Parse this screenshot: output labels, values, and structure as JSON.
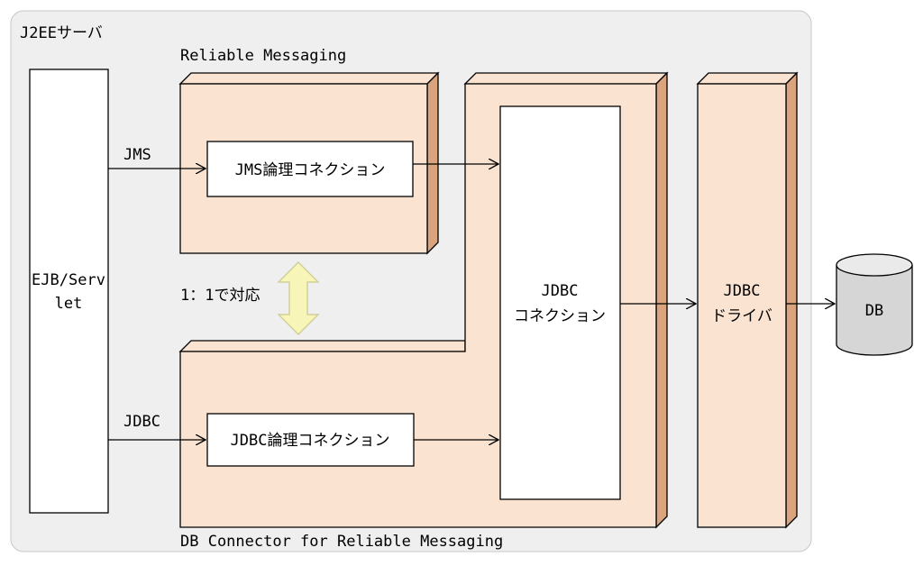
{
  "server": {
    "title": "J2EEサーバ"
  },
  "client": {
    "line1": "EJB/Serv",
    "line2": "let"
  },
  "reliable_messaging": {
    "title": "Reliable Messaging",
    "jms_connection": "JMS論理コネクション"
  },
  "db_connector": {
    "title": "DB Connector for Reliable Messaging",
    "jdbc_logical_connection": "JDBC論理コネクション"
  },
  "jdbc_connection": {
    "line1": "JDBC",
    "line2": "コネクション"
  },
  "jdbc_driver": {
    "line1": "JDBC",
    "line2": "ドライバ"
  },
  "database": {
    "label": "DB"
  },
  "arrows": {
    "jms": "JMS",
    "jdbc": "JDBC",
    "correspondence": "1：1で対応"
  },
  "colors": {
    "server_bg": "#efefef",
    "component_fill": "#fbe3d2",
    "component_shadow": "#d9a47e",
    "correspondence_arrow": "#f7f5b8",
    "db_fill": "#d6d6d6"
  }
}
